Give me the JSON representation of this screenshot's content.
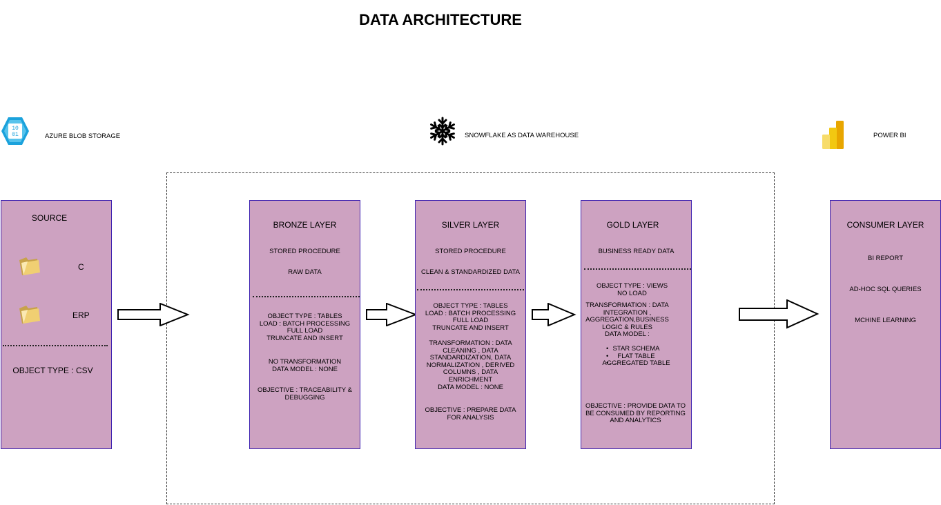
{
  "title": "DATA ARCHITECTURE",
  "header": {
    "azure_label": "AZURE BLOB STORAGE",
    "snowflake_label": "SNOWFLAKE AS DATA WAREHOUSE",
    "powerbi_label": "POWER BI",
    "icons": [
      "azure-blob-storage-icon",
      "snowflake-icon",
      "power-bi-icon"
    ]
  },
  "source": {
    "title": "SOURCE",
    "items": [
      "C",
      "ERP"
    ],
    "object_type": "OBJECT TYPE : CSV"
  },
  "bronze": {
    "title": "BRONZE LAYER",
    "top": [
      "STORED PROCEDURE",
      "RAW DATA"
    ],
    "details": [
      "OBJECT TYPE : TABLES",
      "LOAD : BATCH PROCESSING",
      "FULL LOAD",
      "TRUNCATE AND INSERT"
    ],
    "transform": [
      "NO TRANSFORMATION",
      "DATA MODEL : NONE"
    ],
    "objective": [
      "OBJECTIVE : TRACEABILITY &",
      "DEBUGGING"
    ]
  },
  "silver": {
    "title": "SILVER LAYER",
    "top": [
      "STORED PROCEDURE",
      "CLEAN & STANDARDIZED DATA"
    ],
    "details": [
      "OBJECT TYPE : TABLES",
      "LOAD : BATCH PROCESSING",
      "FULL LOAD",
      "TRUNCATE AND INSERT"
    ],
    "transform": [
      "TRANSFORMATION : DATA",
      "CLEANING , DATA",
      "STANDARDIZATION, DATA",
      "NORMALIZATION , DERIVED",
      "COLUMNS , DATA",
      "ENRICHMENT",
      "DATA MODEL : NONE"
    ],
    "objective": [
      "OBJECTIVE : PREPARE DATA",
      "FOR ANALYSIS"
    ]
  },
  "gold": {
    "title": "GOLD LAYER",
    "top": [
      "BUSINESS READY DATA"
    ],
    "details": [
      "OBJECT TYPE : VIEWS",
      "NO LOAD"
    ],
    "transform": [
      "TRANSFORMATION : DATA",
      "INTEGRATION ,",
      "AGGREGATION,BUSINESS",
      "LOGIC & RULES",
      "DATA MODEL :"
    ],
    "bullets": [
      "STAR SCHEMA",
      "FLAT TABLE",
      "AGGREGATED TABLE"
    ],
    "objective": [
      "OBJECTIVE : PROVIDE DATA TO",
      "BE CONSUMED BY REPORTING",
      "AND ANALYTICS"
    ]
  },
  "consumer": {
    "title": "CONSUMER LAYER",
    "items": [
      "BI REPORT",
      "AD-HOC SQL QUERIES",
      "MCHINE LEARNING"
    ]
  },
  "colors": {
    "panel_fill": "#cda2c1",
    "panel_border": "#3f23b0",
    "azure_blue": "#1ba2dc",
    "powerbi_yellow": "#f2c811",
    "folder_yellow": "#f0cf72"
  }
}
